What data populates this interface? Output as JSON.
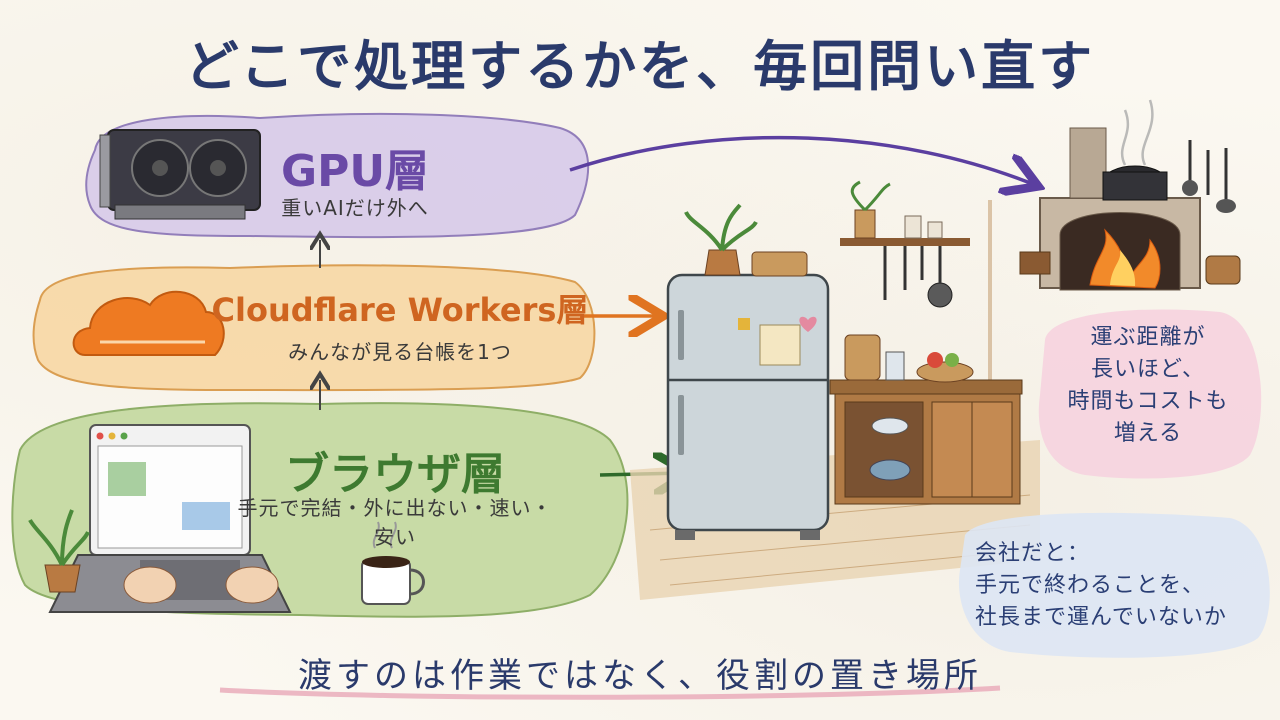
{
  "title": "どこで処理するかを、毎回問い直す",
  "layers": {
    "gpu": {
      "name": "GPU層",
      "subtitle": "重いAIだけ外へ"
    },
    "cloudflare": {
      "name": "Cloudflare Workers層",
      "subtitle": "みんなが見る台帳を1つ"
    },
    "browser": {
      "name": "ブラウザ層",
      "subtitle": "手元で完結・外に出ない・速い・安い"
    }
  },
  "notes": {
    "cost": "運ぶ距離が長いほど、時間もコストも増える",
    "cost_lines": [
      "運ぶ距離が",
      "長いほど、",
      "時間もコストも",
      "増える"
    ],
    "company_lines": [
      "会社だと：",
      "手元で終わることを、",
      "社長まで運んでいないか"
    ]
  },
  "bottom_caption": "渡すのは作業ではなく、役割の置き場所",
  "colors": {
    "gpu": "#d9cdea",
    "cloudflare": "#f8d9a8",
    "browser": "#c6daa3",
    "pink_note": "#f6d3df",
    "blue_note": "#dde6f4",
    "title": "#2a3a6b"
  },
  "icons": [
    "gpu-card-icon",
    "cloud-icon",
    "laptop-icon",
    "coffee-mug-icon",
    "plant-icon",
    "fridge-icon",
    "kitchen-shelf-icon",
    "fireplace-pot-icon"
  ]
}
